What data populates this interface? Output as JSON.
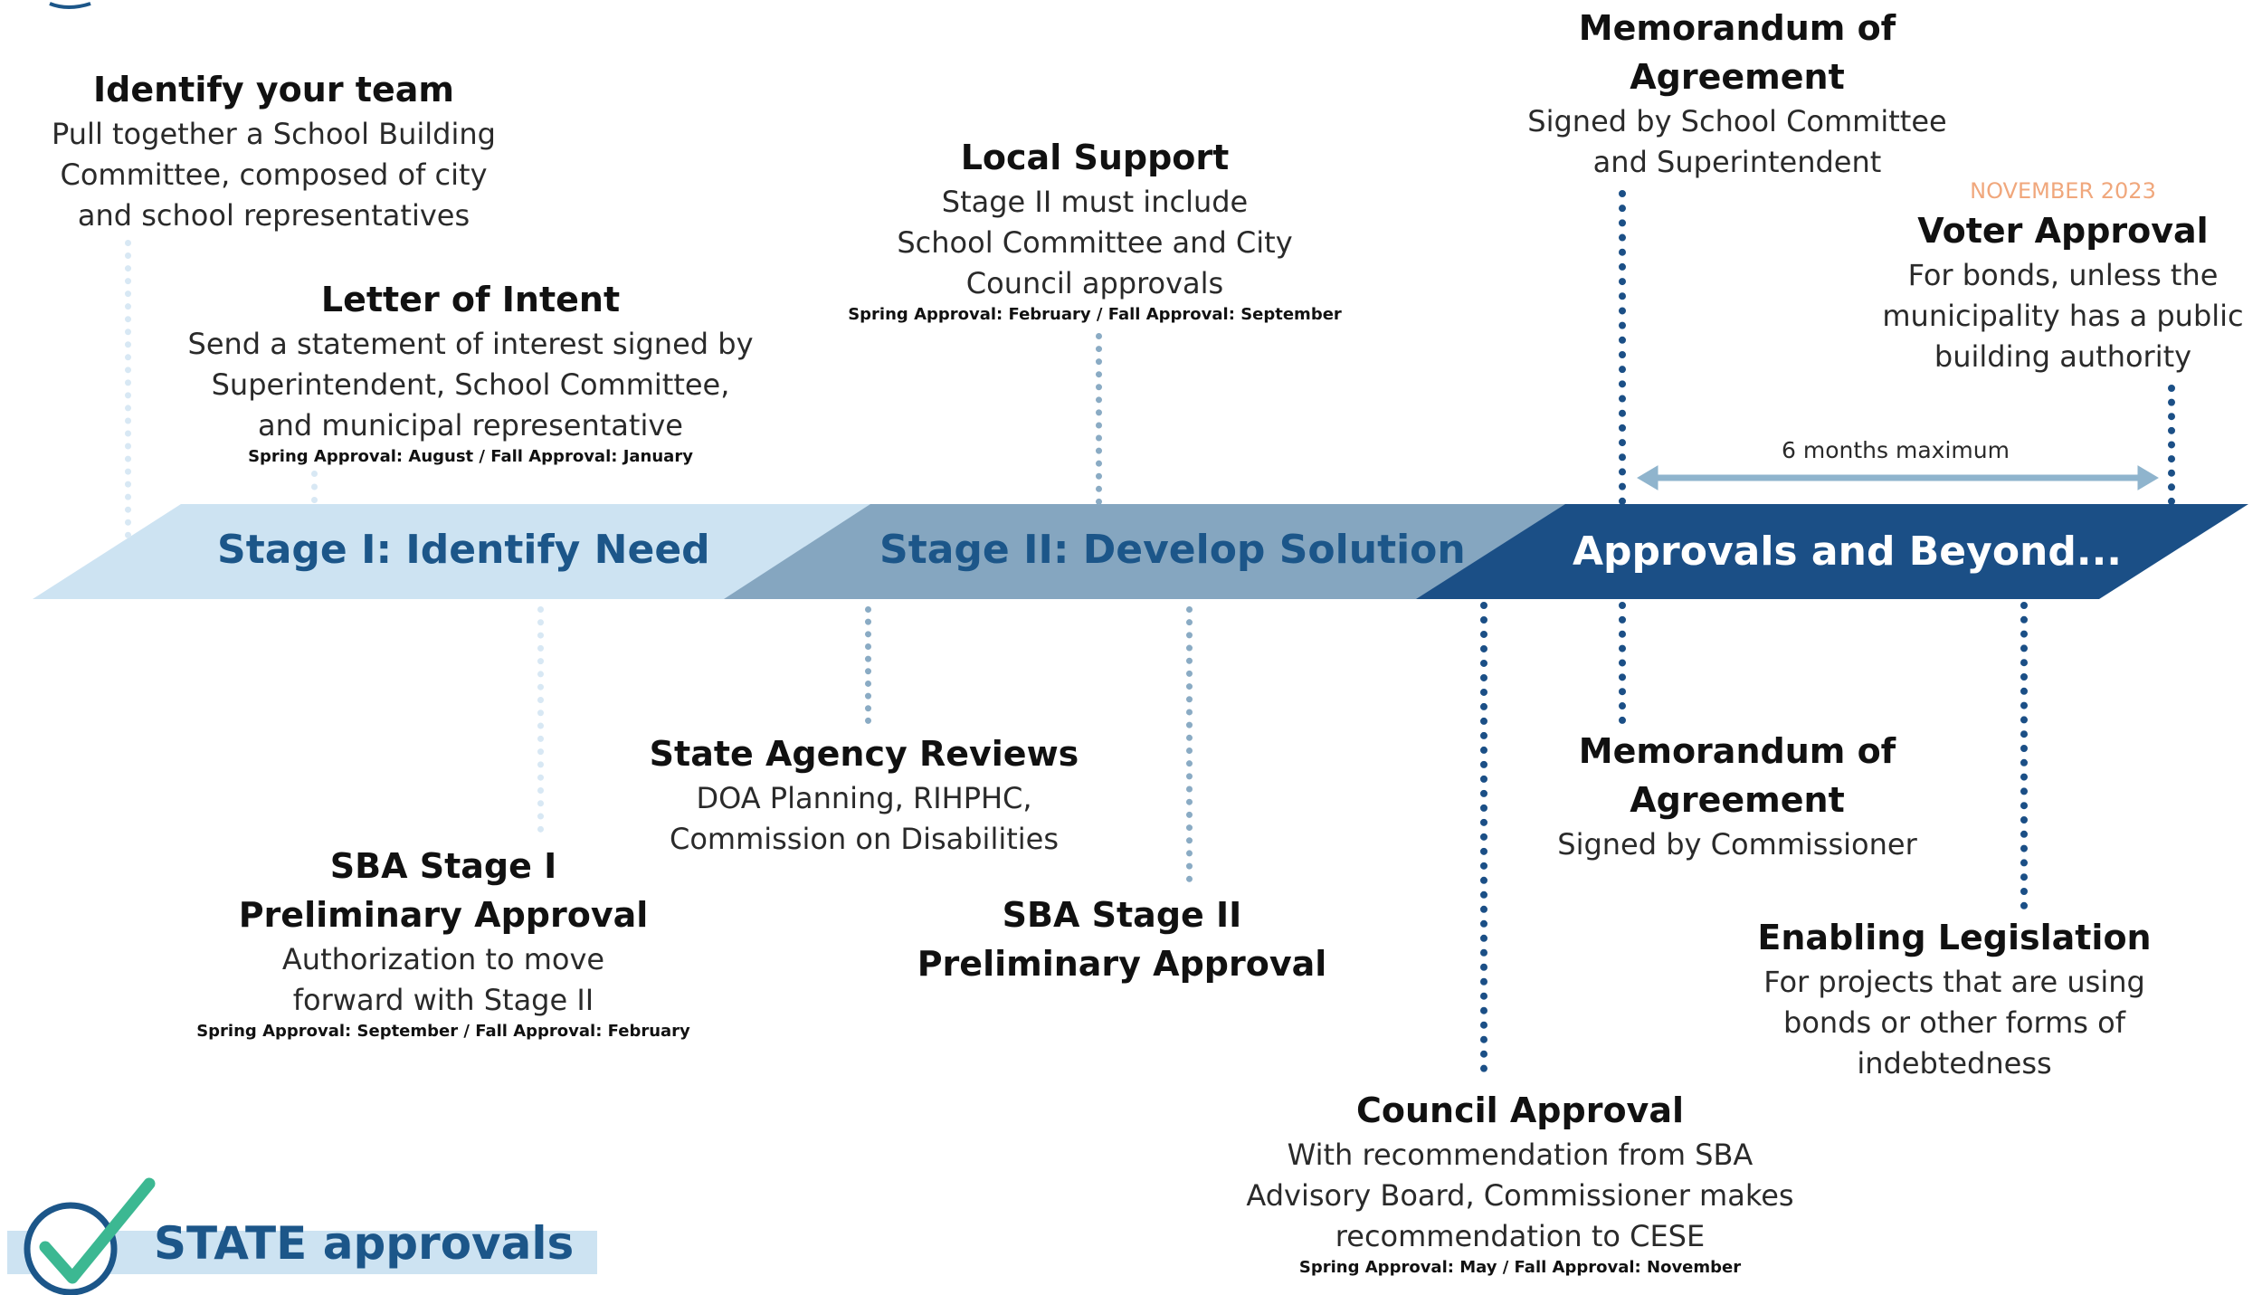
{
  "stages": [
    {
      "label": "Stage I: Identify Need",
      "color": "#cde3f2",
      "text_color": "#1c5689"
    },
    {
      "label": "Stage II: Develop Solution",
      "color": "#85a6c0",
      "text_color": "#1c5689"
    },
    {
      "label": "Approvals and Beyond...",
      "color": "#1b4f86",
      "text_color": "#ffffff"
    }
  ],
  "above": {
    "identify_team": {
      "title": "Identify your team",
      "lines": [
        "Pull together a School Building",
        "Committee, composed of city",
        "and school representatives"
      ]
    },
    "letter_intent": {
      "title": "Letter of Intent",
      "lines": [
        "Send a statement of interest signed by",
        "Superintendent, School Committee,",
        "and municipal representative"
      ],
      "note": "Spring Approval: August / Fall Approval: January"
    },
    "local_support": {
      "title": "Local Support",
      "lines": [
        "Stage II must include",
        "School Committee and City",
        "Council approvals"
      ],
      "note": "Spring Approval: February / Fall Approval: September"
    },
    "moa_top": {
      "title_lines": [
        "Memorandum of",
        "Agreement"
      ],
      "lines": [
        "Signed by School Committee",
        "and Superintendent"
      ]
    },
    "voter_approval": {
      "date": "NOVEMBER 2023",
      "title": "Voter Approval",
      "lines": [
        "For bonds, unless the",
        "municipality has a public",
        "building authority"
      ]
    },
    "duration": "6 months maximum"
  },
  "below": {
    "sba_stage1": {
      "title_lines": [
        "SBA Stage I",
        "Preliminary Approval"
      ],
      "lines": [
        "Authorization to move",
        "forward with Stage II"
      ],
      "note": "Spring Approval: September / Fall Approval: February"
    },
    "state_agency": {
      "title": "State Agency Reviews",
      "lines": [
        "DOA Planning, RIHPHC,",
        "Commission on Disabilities"
      ]
    },
    "sba_stage2": {
      "title_lines": [
        "SBA Stage II",
        "Preliminary Approval"
      ]
    },
    "council_approval": {
      "title": "Council Approval",
      "lines": [
        "With recommendation from SBA",
        "Advisory Board, Commissioner makes",
        "recommendation to CESE"
      ],
      "note": "Spring Approval: May / Fall Approval: November"
    },
    "moa_bottom": {
      "title_lines": [
        "Memorandum of",
        "Agreement"
      ],
      "lines": [
        "Signed by Commissioner"
      ]
    },
    "enabling": {
      "title": "Enabling Legislation",
      "lines": [
        "For projects that are using",
        "bonds or other forms of",
        "indebtedness"
      ]
    }
  },
  "legend": {
    "label": "STATE approvals",
    "check_color": "#3cb892",
    "circle_color": "#1c5689",
    "text_color": "#1c5689",
    "bar_color": "#cde3f2"
  }
}
